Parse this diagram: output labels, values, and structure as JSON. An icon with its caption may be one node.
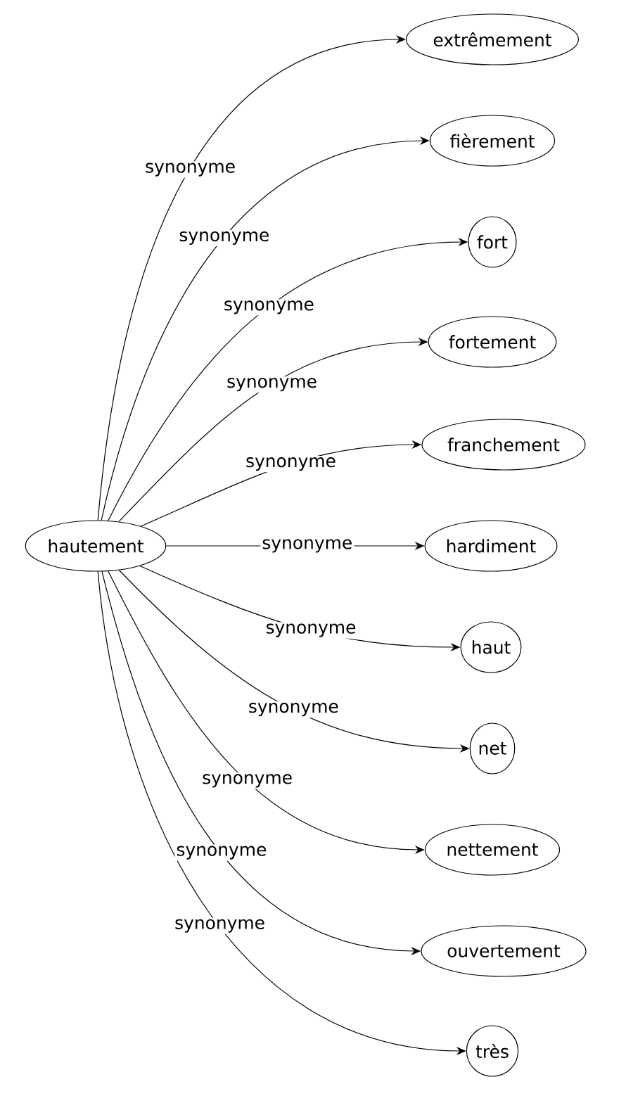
{
  "diagram": {
    "nodes": [
      {
        "text": [
          "hautement"
        ]
      },
      {
        "text": [
          "extrêmement"
        ]
      },
      {
        "text": [
          "fièrement"
        ]
      },
      {
        "text": [
          "fort"
        ]
      },
      {
        "text": [
          "fortement"
        ]
      },
      {
        "text": [
          "franchement"
        ]
      },
      {
        "text": [
          "hardiment"
        ]
      },
      {
        "text": [
          "haut"
        ]
      },
      {
        "text": [
          "net"
        ]
      },
      {
        "text": [
          "nettement"
        ]
      },
      {
        "text": [
          "ouvertement"
        ]
      },
      {
        "text": [
          "très"
        ]
      }
    ],
    "edges": [
      {
        "from": 0,
        "to": 1,
        "arrow": "to",
        "label": "synonyme"
      },
      {
        "from": 0,
        "to": 2,
        "arrow": "to",
        "label": "synonyme"
      },
      {
        "from": 0,
        "to": 3,
        "arrow": "to",
        "label": "synonyme"
      },
      {
        "from": 0,
        "to": 4,
        "arrow": "to",
        "label": "synonyme"
      },
      {
        "from": 0,
        "to": 5,
        "arrow": "to",
        "label": "synonyme"
      },
      {
        "from": 0,
        "to": 6,
        "arrow": "to",
        "label": "synonyme"
      },
      {
        "from": 0,
        "to": 7,
        "arrow": "to",
        "label": "synonyme"
      },
      {
        "from": 0,
        "to": 8,
        "arrow": "to",
        "label": "synonyme"
      },
      {
        "from": 0,
        "to": 9,
        "arrow": "to",
        "label": "synonyme"
      },
      {
        "from": 0,
        "to": 10,
        "arrow": "to",
        "label": "synonyme"
      },
      {
        "from": 0,
        "to": 11,
        "arrow": "to",
        "label": "synonyme"
      }
    ]
  }
}
